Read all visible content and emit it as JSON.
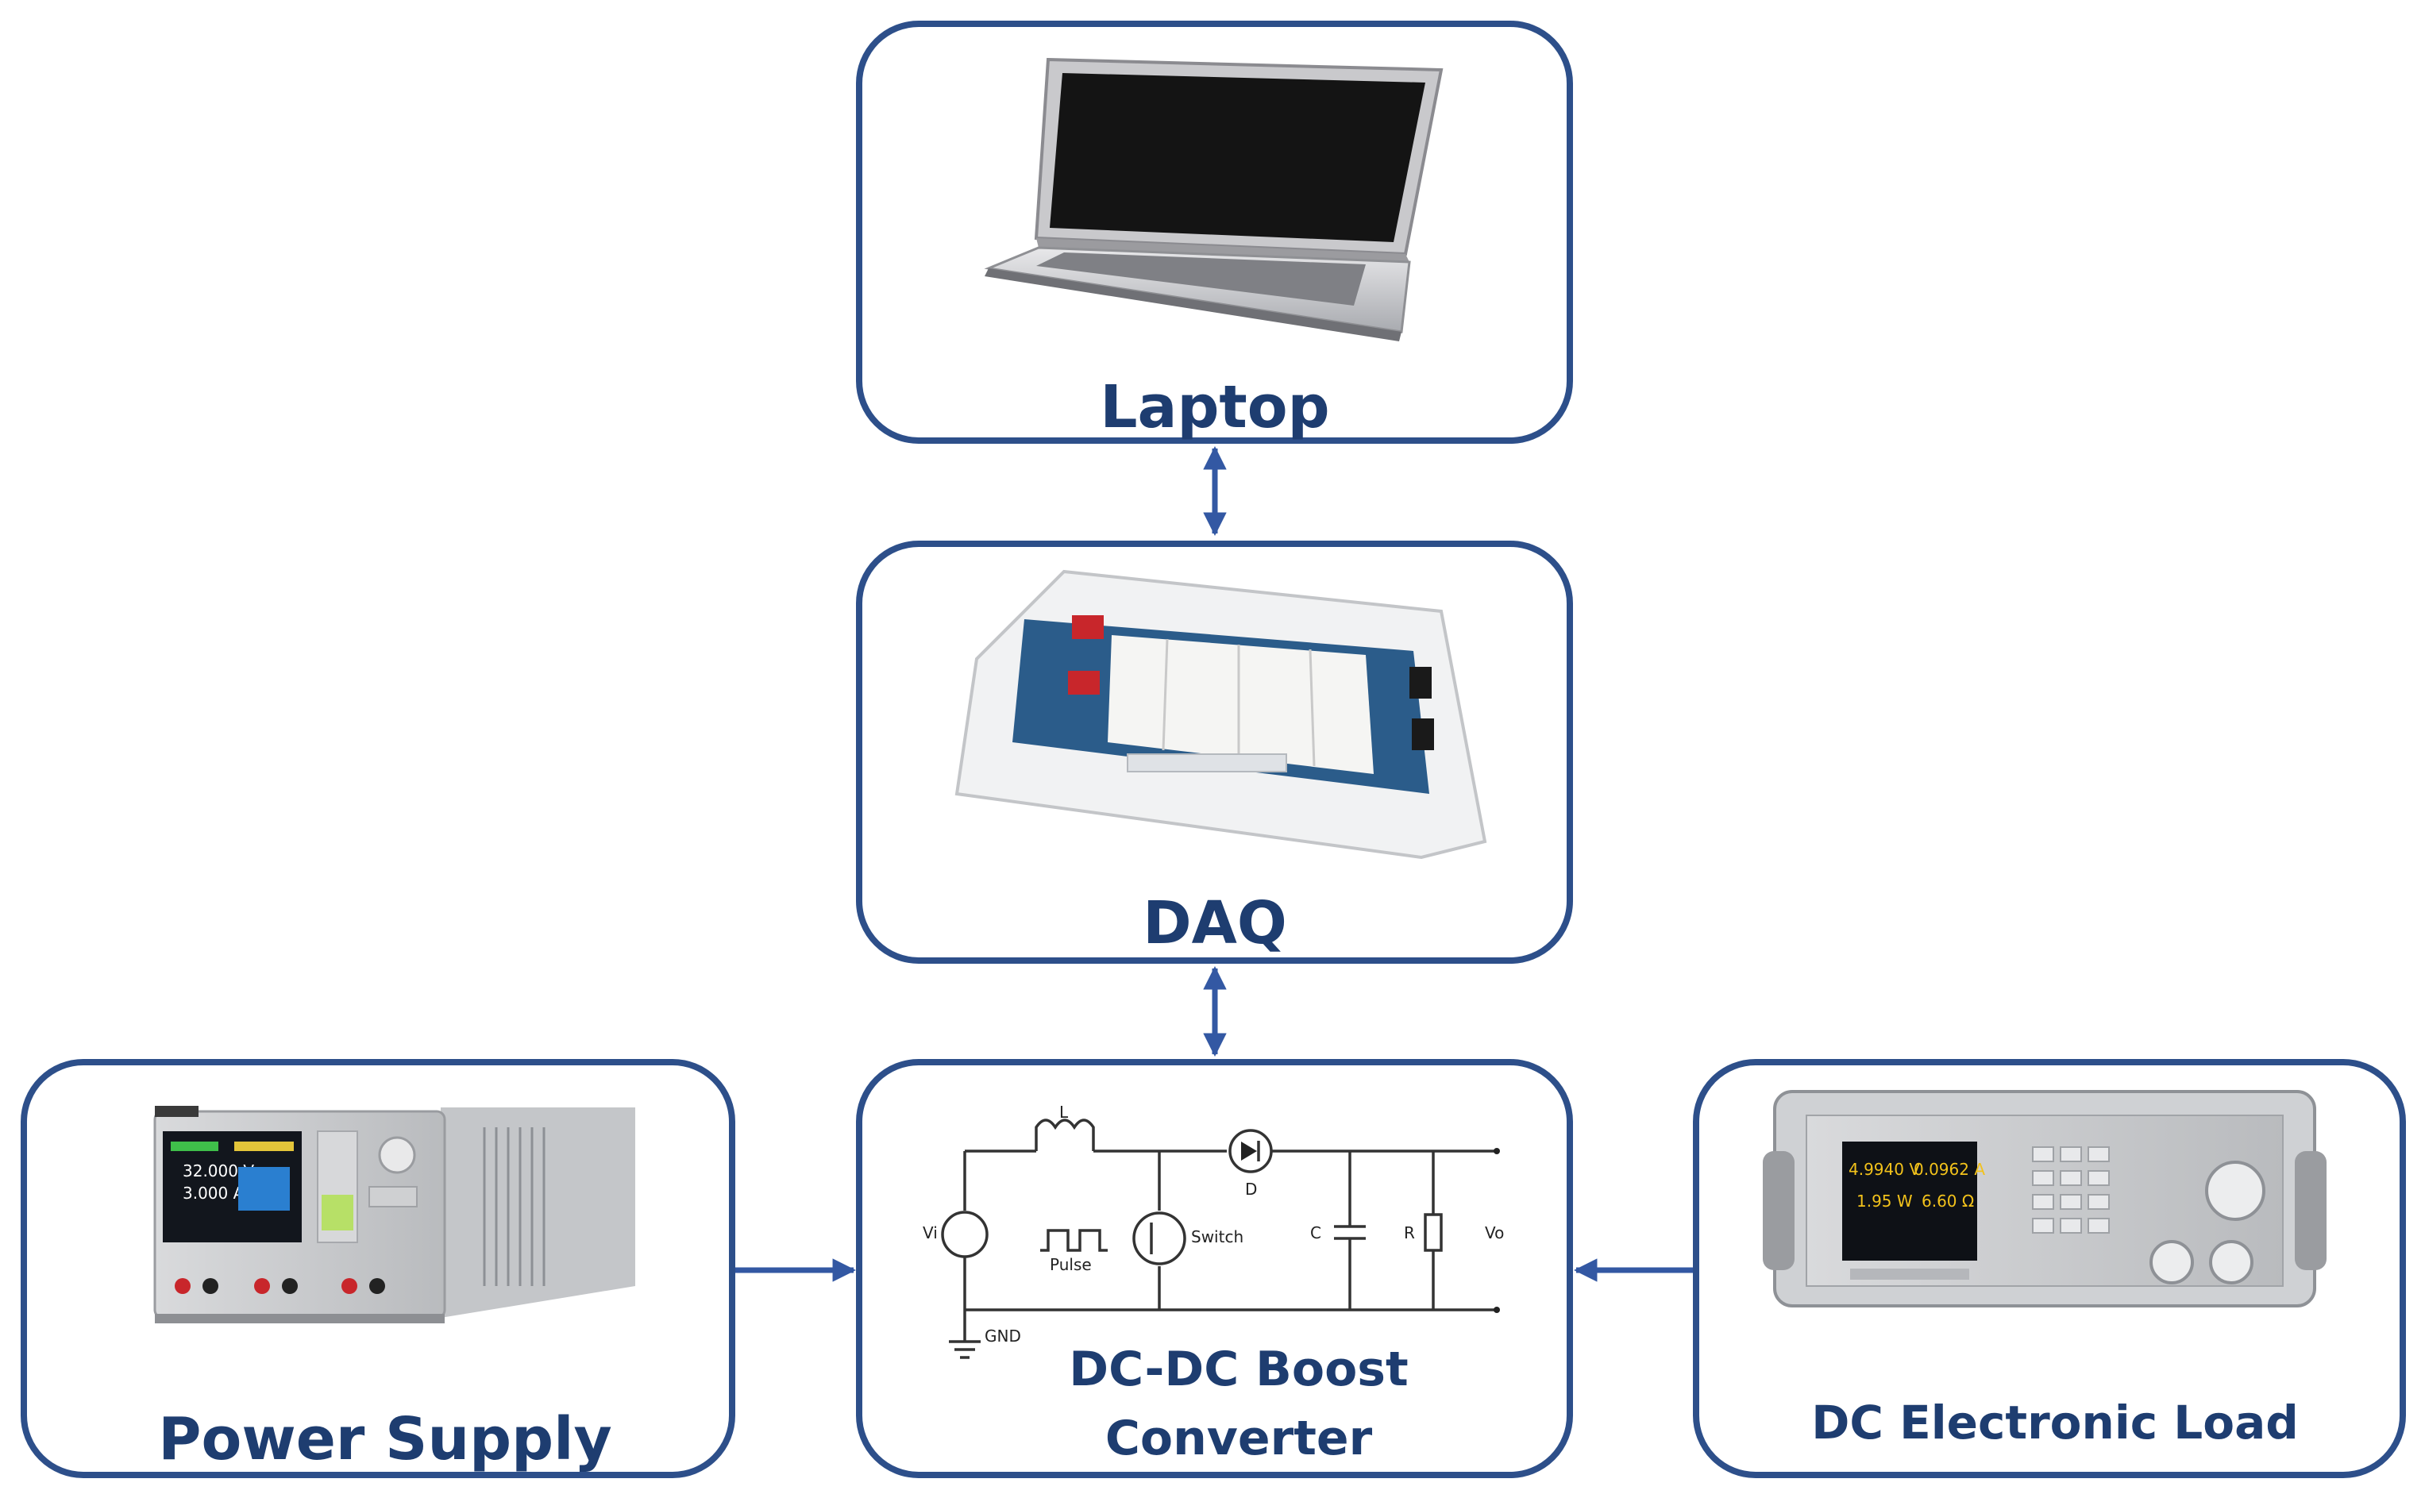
{
  "diagram": {
    "nodes": {
      "laptop": {
        "label": "Laptop"
      },
      "daq": {
        "label": "DAQ"
      },
      "power_supply": {
        "label": "Power Supply"
      },
      "boost_converter": {
        "label_line1": "DC-DC Boost",
        "label_line2": "Converter"
      },
      "electronic_load": {
        "label": "DC Electronic Load"
      }
    },
    "edges": [
      {
        "from": "laptop",
        "to": "daq",
        "direction": "bidirectional"
      },
      {
        "from": "daq",
        "to": "boost_converter",
        "direction": "bidirectional"
      },
      {
        "from": "power_supply",
        "to": "boost_converter",
        "direction": "forward"
      },
      {
        "from": "electronic_load",
        "to": "boost_converter",
        "direction": "forward"
      }
    ],
    "colors": {
      "border": "#2d4f8a",
      "label": "#1e3d70",
      "arrow": "#3358a3"
    },
    "schematic": {
      "inductor": "L",
      "diode": "D",
      "capacitor": "C",
      "resistor": "R",
      "source": "Vi",
      "output": "Vo",
      "pulse": "Pulse",
      "switch": "Switch",
      "ground": "GND"
    },
    "power_supply_display": {
      "line1": "32.000 V",
      "line2": "3.000 A"
    },
    "load_display": {
      "voltage": "4.9940 V",
      "current": "0.0962 A",
      "power": "1.95 W",
      "resistance": "6.60 Ω"
    }
  }
}
